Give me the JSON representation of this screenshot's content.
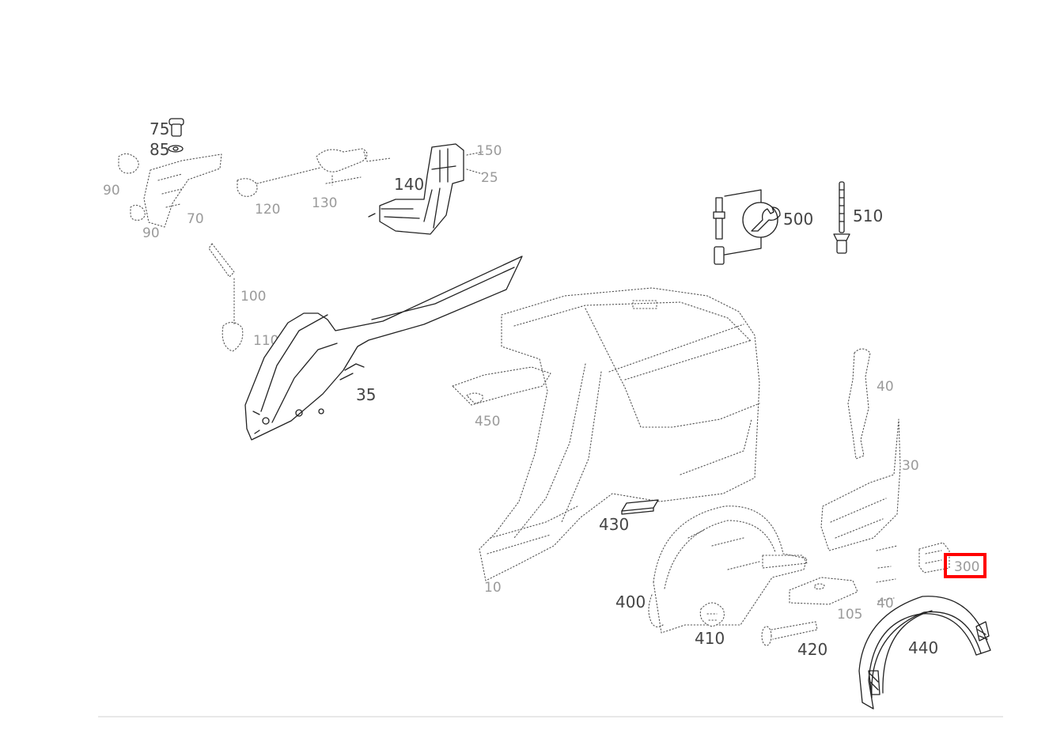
{
  "part_labels": {
    "p75": "75",
    "p85": "85",
    "p140": "140",
    "p35": "35",
    "p500": "500",
    "p510": "510",
    "p430": "430",
    "p400": "400",
    "p410": "410",
    "p420": "420",
    "p440": "440"
  },
  "highlight": {
    "color": "#ff0000"
  }
}
